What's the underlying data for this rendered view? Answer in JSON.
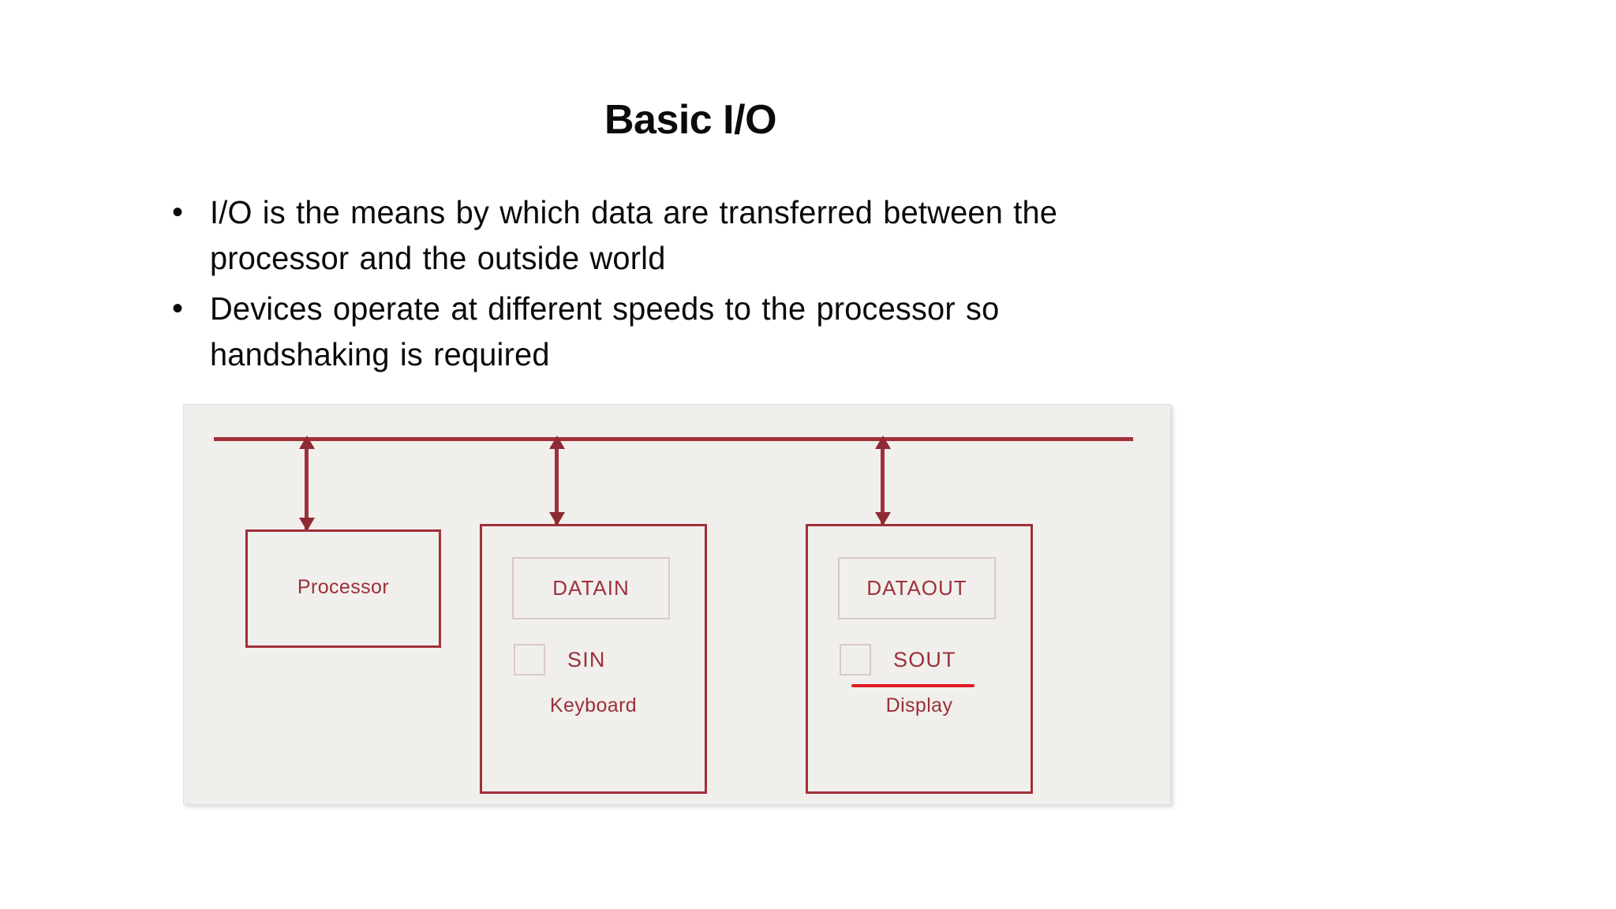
{
  "slide": {
    "title": "Basic I/O",
    "bullet_marker": "•",
    "bullets": [
      "I/O is the means by which data are transferred between the processor and the outside world",
      "Devices operate at different speeds to the processor so handshaking is required"
    ]
  },
  "diagram": {
    "bus_label": "",
    "units": [
      {
        "caption": "Processor"
      },
      {
        "caption": "Keyboard",
        "register": "DATAIN",
        "flag": "SIN"
      },
      {
        "caption": "Display",
        "register": "DATAOUT",
        "flag": "SOUT"
      }
    ],
    "colors": {
      "line": "#A0303A",
      "text": "#9C2F38",
      "register_border": "#DCC8C9",
      "annotation": "#E01B22",
      "background": "#f0efec"
    }
  }
}
